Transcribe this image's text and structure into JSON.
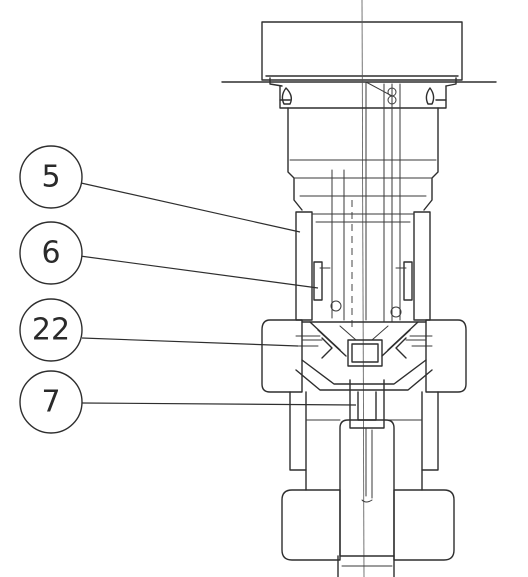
{
  "callouts": [
    {
      "id": "callout-5",
      "label": "5"
    },
    {
      "id": "callout-6",
      "label": "6"
    },
    {
      "id": "callout-22",
      "label": "22"
    },
    {
      "id": "callout-7",
      "label": "7"
    }
  ],
  "colors": {
    "ink": "#2e2e2e",
    "paper": "#ffffff"
  }
}
